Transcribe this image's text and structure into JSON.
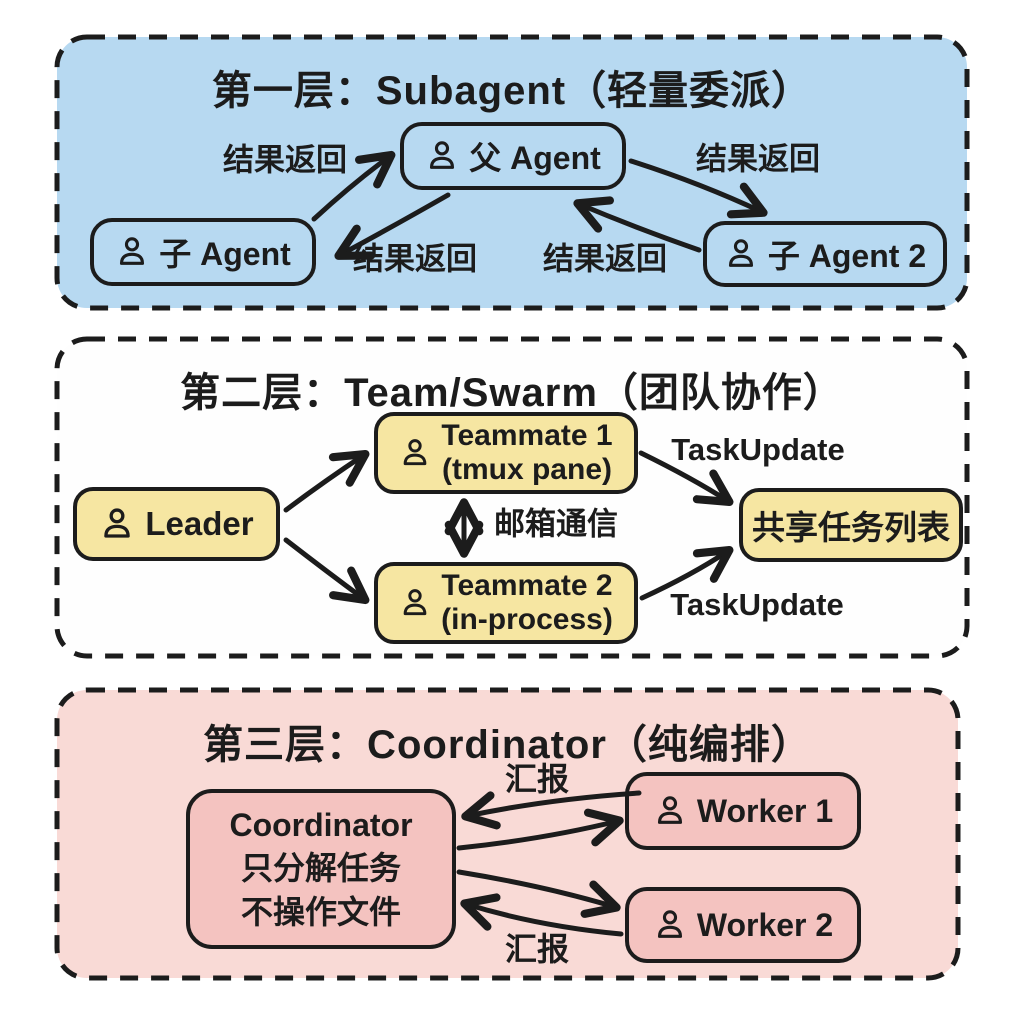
{
  "colors": {
    "ink": "#1c1c1c",
    "tier1_panel_bg": "#b7d9f1",
    "tier2_panel_bg": "#fefefe",
    "tier3_panel_bg": "#f9dad6",
    "yellow_node_bg": "#f6e6a2",
    "pink_node_bg": "#f4c3c0"
  },
  "tier1": {
    "title": "第一层：Subagent（轻量委派）",
    "parent_label": "父 Agent",
    "child1_label": "子 Agent",
    "child2_label": "子 Agent 2",
    "label_top_left": "结果返回",
    "label_top_right": "结果返回",
    "label_bottom_left": "结果返回",
    "label_bottom_right": "结果返回"
  },
  "tier2": {
    "title": "第二层：Team/Swarm（团队协作）",
    "leader_label": "Leader",
    "teammate1_line1": "Teammate 1",
    "teammate1_line2": "(tmux pane)",
    "teammate2_line1": "Teammate 2",
    "teammate2_line2": "(in-process)",
    "tasklist_label": "共享任务列表",
    "taskupdate_top": "TaskUpdate",
    "mailbox_label": "邮箱通信",
    "taskupdate_bottom": "TaskUpdate"
  },
  "tier3": {
    "title": "第三层：Coordinator（纯编排）",
    "coordinator_line1": "Coordinator",
    "coordinator_line2": "只分解任务",
    "coordinator_line3": "不操作文件",
    "worker1_label": "Worker 1",
    "worker2_label": "Worker 2",
    "report_top": "汇报",
    "report_bottom": "汇报"
  }
}
